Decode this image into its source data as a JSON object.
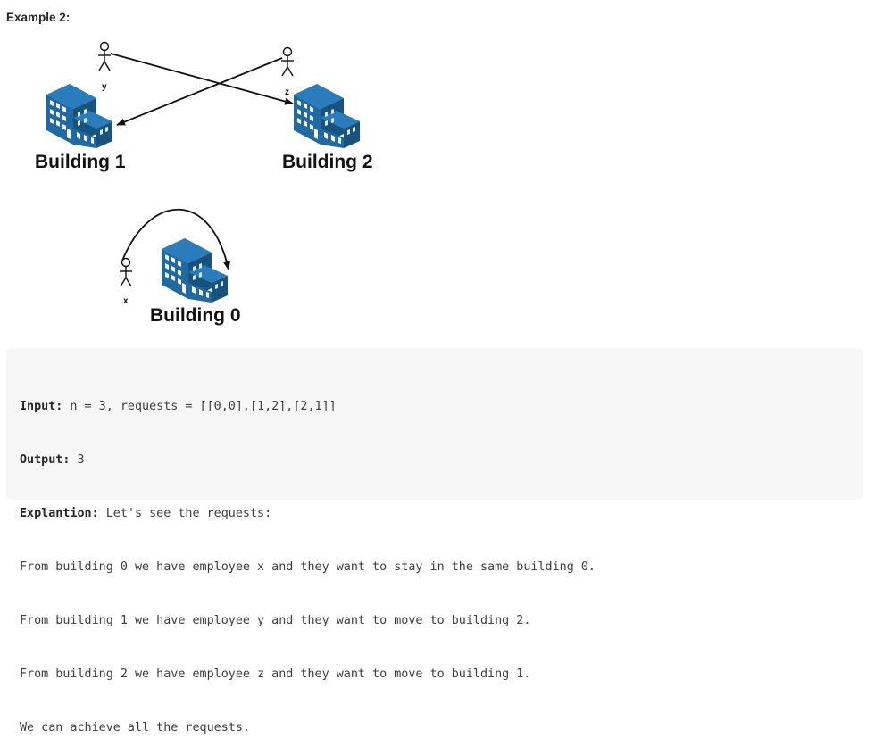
{
  "heading": "Example 2:",
  "diagram": {
    "buildings": [
      {
        "name": "building-1",
        "label": "Building 1"
      },
      {
        "name": "building-2",
        "label": "Building 2"
      },
      {
        "name": "building-0",
        "label": "Building 0"
      }
    ],
    "employees": [
      {
        "name": "employee-y",
        "label": "y"
      },
      {
        "name": "employee-z",
        "label": "z"
      },
      {
        "name": "employee-x",
        "label": "x"
      }
    ],
    "colors": {
      "building_front": "#1f6aa5",
      "building_side": "#16537f",
      "building_top": "#2b7cbc",
      "window": "#ffffff",
      "arrow": "#111111"
    }
  },
  "example": {
    "input_label": "Input:",
    "input_value": " n = 3, requests = [[0,0],[1,2],[2,1]]",
    "output_label": "Output:",
    "output_value": " 3",
    "explanation_label": "Explantion:",
    "explanation_value": " Let's see the requests:",
    "lines": [
      "From building 0 we have employee x and they want to stay in the same building 0.",
      "From building 1 we have employee y and they want to move to building 2.",
      "From building 2 we have employee z and they want to move to building 1.",
      "We can achieve all the requests."
    ]
  }
}
